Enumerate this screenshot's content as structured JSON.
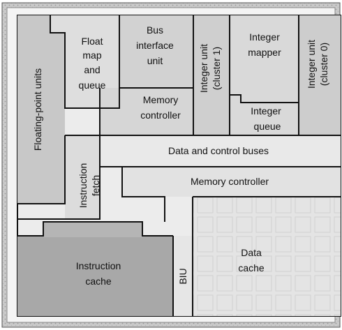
{
  "regions": {
    "floating_point_units": "Floating-point units",
    "float_map_and_queue": [
      "Float",
      "map",
      "and",
      "queue"
    ],
    "bus_interface_unit": [
      "Bus",
      "interface",
      "unit"
    ],
    "memory_controller_upper": [
      "Memory",
      "controller"
    ],
    "integer_unit_cluster1": [
      "Integer unit",
      "(cluster 1)"
    ],
    "integer_mapper": [
      "Integer",
      "mapper"
    ],
    "integer_queue": [
      "Integer",
      "queue"
    ],
    "integer_unit_cluster0": [
      "Integer unit",
      "(cluster 0)"
    ],
    "data_and_control_buses": "Data and control buses",
    "instruction_fetch": [
      "Instruction",
      "fetch"
    ],
    "memory_controller_lower": "Memory controller",
    "instruction_cache": [
      "Instruction",
      "cache"
    ],
    "biu": "BIU",
    "data_cache": [
      "Data",
      "cache"
    ]
  },
  "colors": {
    "die_border": "#7a7a7a",
    "light_block": "#e9e9e9",
    "gray_block": "#c4c4c4",
    "dark_block": "#a9a9a9",
    "lines": "#111111"
  }
}
